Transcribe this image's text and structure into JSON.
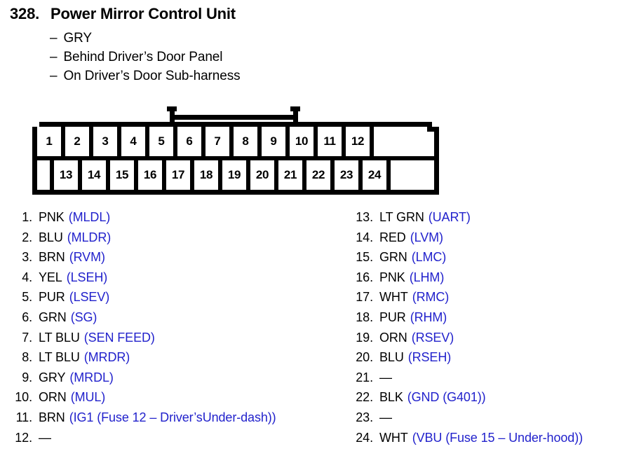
{
  "header": {
    "number": "328.",
    "title": "Power Mirror Control Unit",
    "dash": "–",
    "details": [
      "GRY",
      "Behind Driver’s Door Panel",
      "On Driver’s Door Sub-harness"
    ]
  },
  "connector": {
    "top_row_pins": [
      "1",
      "2",
      "3",
      "4",
      "5",
      "6",
      "7",
      "8",
      "9",
      "10",
      "11",
      "12"
    ],
    "bottom_row_pins": [
      "13",
      "14",
      "15",
      "16",
      "17",
      "18",
      "19",
      "20",
      "21",
      "22",
      "23",
      "24"
    ]
  },
  "colors": {
    "code_blue": "#2222cc",
    "outline_black": "#000000",
    "background": "#ffffff"
  },
  "pins": {
    "left": [
      {
        "index": "1.",
        "color": "PNK",
        "code": "(MLDL)"
      },
      {
        "index": "2.",
        "color": "BLU",
        "code": "(MLDR)"
      },
      {
        "index": "3.",
        "color": "BRN",
        "code": "(RVM)"
      },
      {
        "index": "4.",
        "color": "YEL",
        "code": "(LSEH)"
      },
      {
        "index": "5.",
        "color": "PUR",
        "code": "(LSEV)"
      },
      {
        "index": "6.",
        "color": "GRN",
        "code": "(SG)"
      },
      {
        "index": "7.",
        "color": "LT BLU",
        "code": "(SEN FEED)"
      },
      {
        "index": "8.",
        "color": "LT BLU",
        "code": "(MRDR)"
      },
      {
        "index": "9.",
        "color": "GRY",
        "code": "(MRDL)"
      },
      {
        "index": "10.",
        "color": "ORN",
        "code": "(MUL)"
      },
      {
        "index": "11.",
        "color": "BRN",
        "code": "(IG1 (Fuse 12 – Driver’sUnder-dash))"
      },
      {
        "index": "12.",
        "color": "—",
        "code": ""
      }
    ],
    "right": [
      {
        "index": "13.",
        "color": "LT GRN",
        "code": "(UART)"
      },
      {
        "index": "14.",
        "color": "RED",
        "code": "(LVM)"
      },
      {
        "index": "15.",
        "color": "GRN",
        "code": "(LMC)"
      },
      {
        "index": "16.",
        "color": "PNK",
        "code": "(LHM)"
      },
      {
        "index": "17.",
        "color": "WHT",
        "code": "(RMC)"
      },
      {
        "index": "18.",
        "color": "PUR",
        "code": "(RHM)"
      },
      {
        "index": "19.",
        "color": "ORN",
        "code": "(RSEV)"
      },
      {
        "index": "20.",
        "color": "BLU",
        "code": "(RSEH)"
      },
      {
        "index": "21.",
        "color": "—",
        "code": ""
      },
      {
        "index": "22.",
        "color": "BLK",
        "code": "(GND (G401))"
      },
      {
        "index": "23.",
        "color": "—",
        "code": ""
      },
      {
        "index": "24.",
        "color": "WHT",
        "code": "(VBU (Fuse 15 – Under-hood))"
      }
    ]
  }
}
